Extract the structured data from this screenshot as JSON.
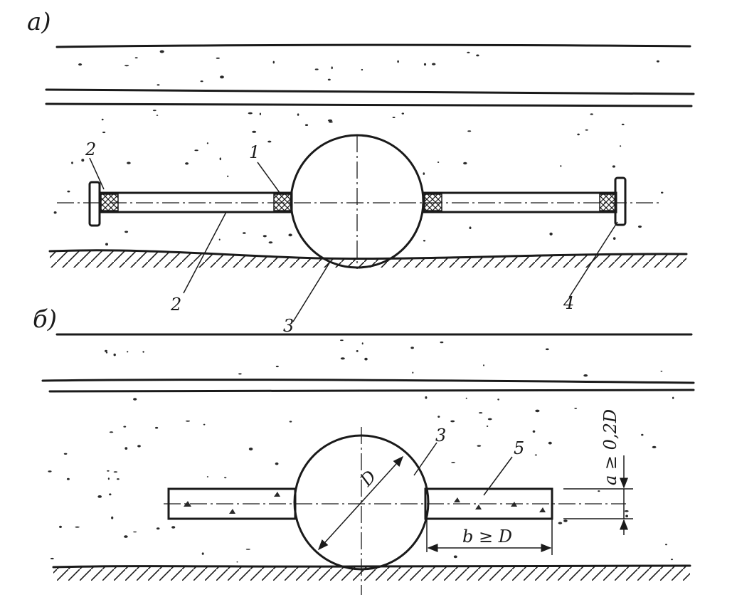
{
  "panels": [
    {
      "id": "a",
      "panel_label": "а)",
      "callouts": [
        "2",
        "1",
        "2",
        "3",
        "4"
      ]
    },
    {
      "id": "b",
      "panel_label": "б)",
      "callouts": [
        "3",
        "5"
      ],
      "dimension_diameter": "D",
      "dimension_width": "b ≥ D",
      "dimension_thickness": "a ≥ 0,2D"
    }
  ],
  "colors": {
    "ink": "#1a1a1a",
    "paper": "#ffffff"
  }
}
